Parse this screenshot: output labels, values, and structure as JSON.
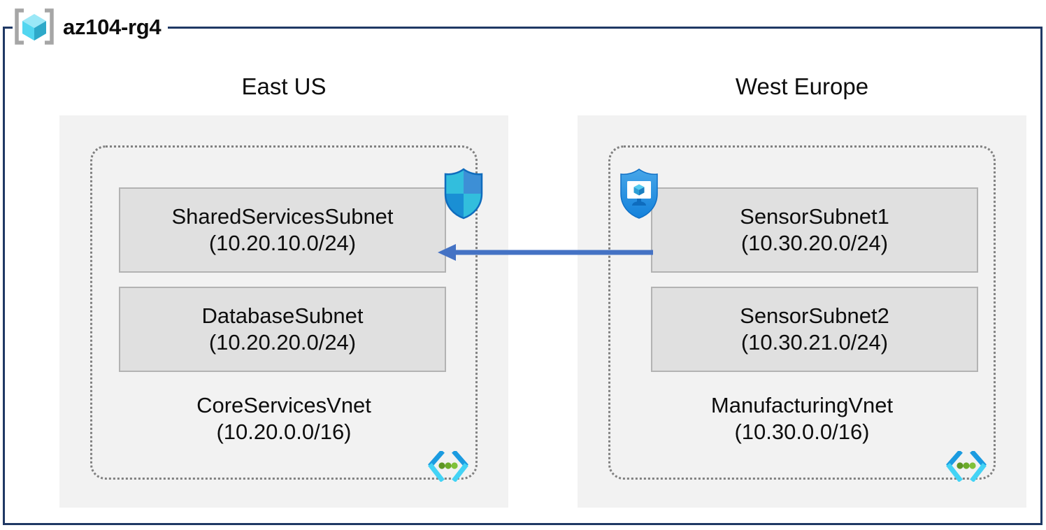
{
  "resource_group": {
    "title": "az104-rg4",
    "icon": "resource-group-cube-icon",
    "frame_color": "#1F3864"
  },
  "palette": {
    "region_fill": "#f2f2f2",
    "subnet_fill": "#e0e0e0",
    "subnet_border": "#b3b3b3",
    "vnet_border": "#808080",
    "arrow": "#4472C4",
    "azure_cyan": "#32BEDD",
    "azure_blue": "#0078D4",
    "vnet_dot_green": "#5E9624"
  },
  "regions": [
    {
      "name": "East US",
      "vnet": {
        "name": "CoreServicesVnet",
        "cidr": "(10.20.0.0/16)",
        "icon": "virtual-network-icon",
        "subnets": [
          {
            "name": "SharedServicesSubnet",
            "cidr": "(10.20.10.0/24)",
            "badge_icon": "network-security-group-shield-icon"
          },
          {
            "name": "DatabaseSubnet",
            "cidr": "(10.20.20.0/24)",
            "badge_icon": null
          }
        ]
      }
    },
    {
      "name": "West Europe",
      "vnet": {
        "name": "ManufacturingVnet",
        "cidr": "(10.30.0.0/16)",
        "icon": "virtual-network-icon",
        "subnets": [
          {
            "name": "SensorSubnet1",
            "cidr": "(10.30.20.0/24)",
            "badge_icon": "security-center-monitor-shield-icon"
          },
          {
            "name": "SensorSubnet2",
            "cidr": "(10.30.21.0/24)",
            "badge_icon": null
          }
        ]
      }
    }
  ],
  "connection": {
    "icon": "peering-arrow-icon",
    "direction": "right-to-left",
    "from": "SensorSubnet1",
    "to": "SharedServicesSubnet",
    "color": "#4472C4"
  }
}
